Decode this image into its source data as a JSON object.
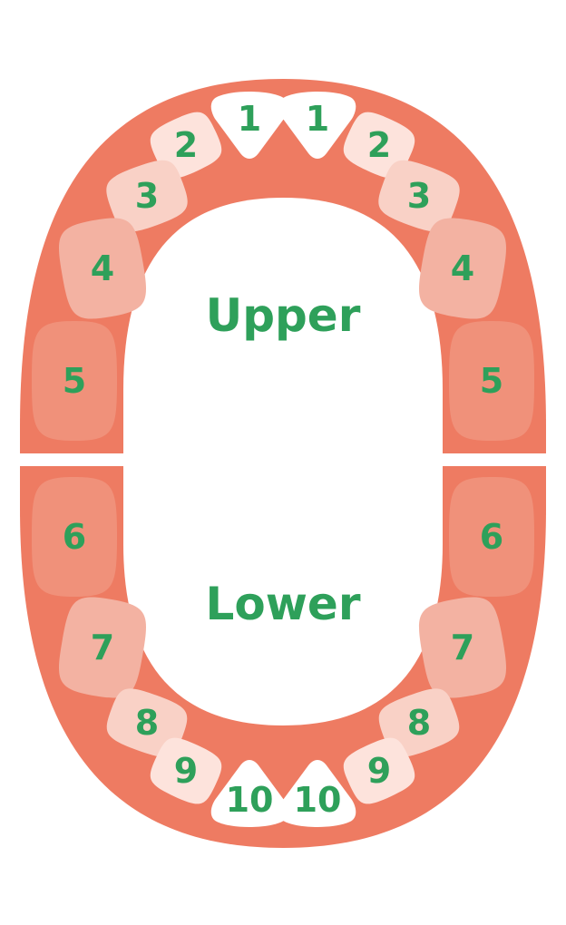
{
  "labels": {
    "upper": "Upper",
    "lower": "Lower"
  },
  "colors": {
    "gum": "#ee7b62",
    "inner": "#ffffff",
    "number": "#2ea05a",
    "divider": "#ffffff"
  },
  "upper_teeth": [
    {
      "number": "1",
      "side": "left",
      "fill": "#ffffff"
    },
    {
      "number": "1",
      "side": "right",
      "fill": "#ffffff"
    },
    {
      "number": "2",
      "side": "left",
      "fill": "#fde3dc"
    },
    {
      "number": "2",
      "side": "right",
      "fill": "#fde3dc"
    },
    {
      "number": "3",
      "side": "left",
      "fill": "#f9d1c6"
    },
    {
      "number": "3",
      "side": "right",
      "fill": "#f9d1c6"
    },
    {
      "number": "4",
      "side": "left",
      "fill": "#f3b2a2"
    },
    {
      "number": "4",
      "side": "right",
      "fill": "#f3b2a2"
    },
    {
      "number": "5",
      "side": "left",
      "fill": "#f0917a"
    },
    {
      "number": "5",
      "side": "right",
      "fill": "#f0917a"
    }
  ],
  "lower_teeth": [
    {
      "number": "6",
      "side": "left",
      "fill": "#f0917a"
    },
    {
      "number": "6",
      "side": "right",
      "fill": "#f0917a"
    },
    {
      "number": "7",
      "side": "left",
      "fill": "#f3b2a2"
    },
    {
      "number": "7",
      "side": "right",
      "fill": "#f3b2a2"
    },
    {
      "number": "8",
      "side": "left",
      "fill": "#f9d1c6"
    },
    {
      "number": "8",
      "side": "right",
      "fill": "#f9d1c6"
    },
    {
      "number": "9",
      "side": "left",
      "fill": "#fde3dc"
    },
    {
      "number": "9",
      "side": "right",
      "fill": "#fde3dc"
    },
    {
      "number": "10",
      "side": "left",
      "fill": "#ffffff"
    },
    {
      "number": "10",
      "side": "right",
      "fill": "#ffffff"
    }
  ]
}
